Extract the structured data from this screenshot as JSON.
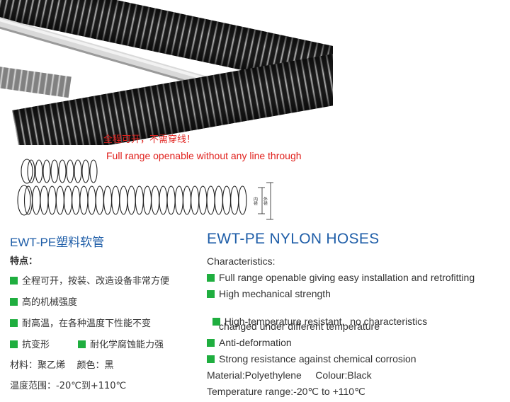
{
  "banner": {
    "cn_note": "全程可开，不需穿线！",
    "en_note": "Full range openable without any line through"
  },
  "diagram": {
    "dim_inner": "内径",
    "dim_outer": "外径"
  },
  "cn": {
    "title": "EWT-PE塑料软管",
    "characteristics_label": "特点：",
    "features": [
      "全程可开，按装、改造设备非常方便",
      "高的机械强度",
      "耐高温，在各种温度下性能不变",
      "抗变形",
      "耐化学腐蚀能力强"
    ],
    "material_line": "材料：聚乙烯    颜色：黑",
    "temperature_line": "温度范围：-20℃到+110℃"
  },
  "en": {
    "title": "EWT-PE NYLON HOSES",
    "characteristics_label": "Characteristics:",
    "features": [
      "Full range openable giving easy installation and retrofitting",
      "High mechanical strength",
      "High-temperature resistant,  no characteristics",
      "changed under different temperature",
      "Anti-deformation",
      "Strong resistance against chemical corrosion"
    ],
    "material_line": "Material:Polyethylene     Colour:Black",
    "temperature_line": "Temperature range:-20℃ to +110℃"
  },
  "colors": {
    "title_blue": "#1f5ea8",
    "bullet_green": "#1fae3f",
    "note_red": "#e0211d"
  }
}
